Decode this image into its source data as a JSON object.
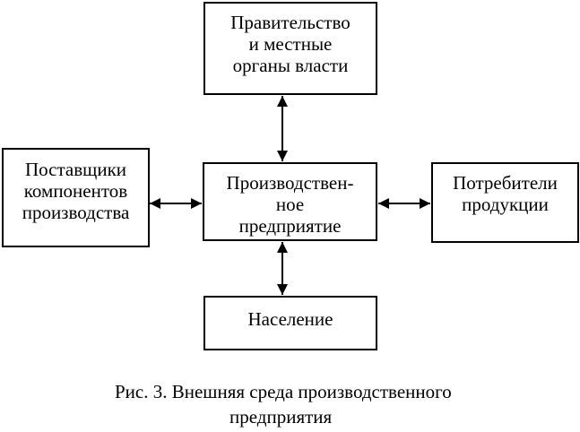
{
  "diagram": {
    "boxes": {
      "government": {
        "lines": [
          "Правительство",
          "и местные",
          "органы власти"
        ]
      },
      "suppliers": {
        "lines": [
          "Поставщики",
          "компонентов",
          "производства"
        ]
      },
      "enterprise": {
        "lines": [
          "Производствен-",
          "ное",
          "предприятие"
        ]
      },
      "consumers": {
        "lines": [
          "Потребители",
          "продукции"
        ]
      },
      "population": {
        "lines": [
          "Население"
        ]
      }
    },
    "connections": [
      {
        "from": "government",
        "to": "enterprise",
        "style": "double-headed arrow"
      },
      {
        "from": "suppliers",
        "to": "enterprise",
        "style": "double-headed arrow"
      },
      {
        "from": "enterprise",
        "to": "consumers",
        "style": "double-headed arrow"
      },
      {
        "from": "enterprise",
        "to": "population",
        "style": "double-headed arrow"
      }
    ],
    "colors": {
      "stroke": "#000000",
      "background": "#ffffff"
    }
  },
  "caption": {
    "line1": "Рис. 3. Внешняя среда производственного",
    "line2": "предприятия"
  }
}
